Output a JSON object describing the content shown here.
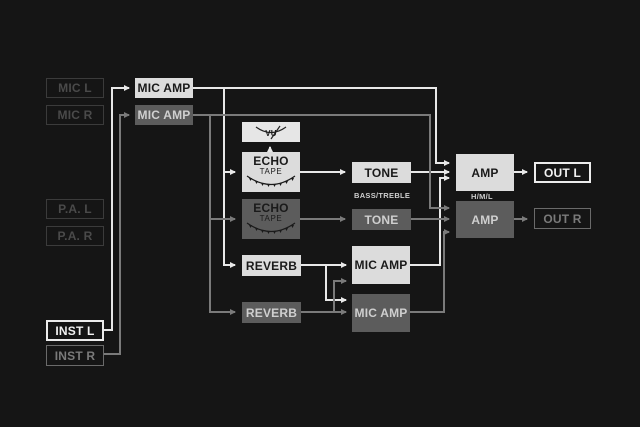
{
  "inputs": {
    "mic_l": "MIC L",
    "mic_r": "MIC R",
    "pa_l": "P.A. L",
    "pa_r": "P.A. R",
    "inst_l": "INST L",
    "inst_r": "INST R"
  },
  "preamps": {
    "mic_amp_top": "MIC AMP",
    "mic_amp_bottom": "MIC AMP"
  },
  "meter": {
    "label": "VU"
  },
  "echo": {
    "top": {
      "title": "ECHO",
      "sub": "TAPE"
    },
    "bottom": {
      "title": "ECHO",
      "sub": "TAPE"
    }
  },
  "tone": {
    "top": "TONE",
    "bottom": "TONE",
    "caption": "BASS/TREBLE"
  },
  "reverb": {
    "top": "REVERB",
    "bottom": "REVERB"
  },
  "mix_amps": {
    "upper": "MIC AMP",
    "lower": "MIC AMP"
  },
  "power_amps": {
    "top": "AMP",
    "bottom": "AMP",
    "caption": "H/M/L"
  },
  "outputs": {
    "out_l": "OUT L",
    "out_r": "OUT R"
  },
  "colors": {
    "background": "#151515",
    "lit_signal": "#e8e8e8",
    "dim_signal": "#7a7a7a"
  }
}
